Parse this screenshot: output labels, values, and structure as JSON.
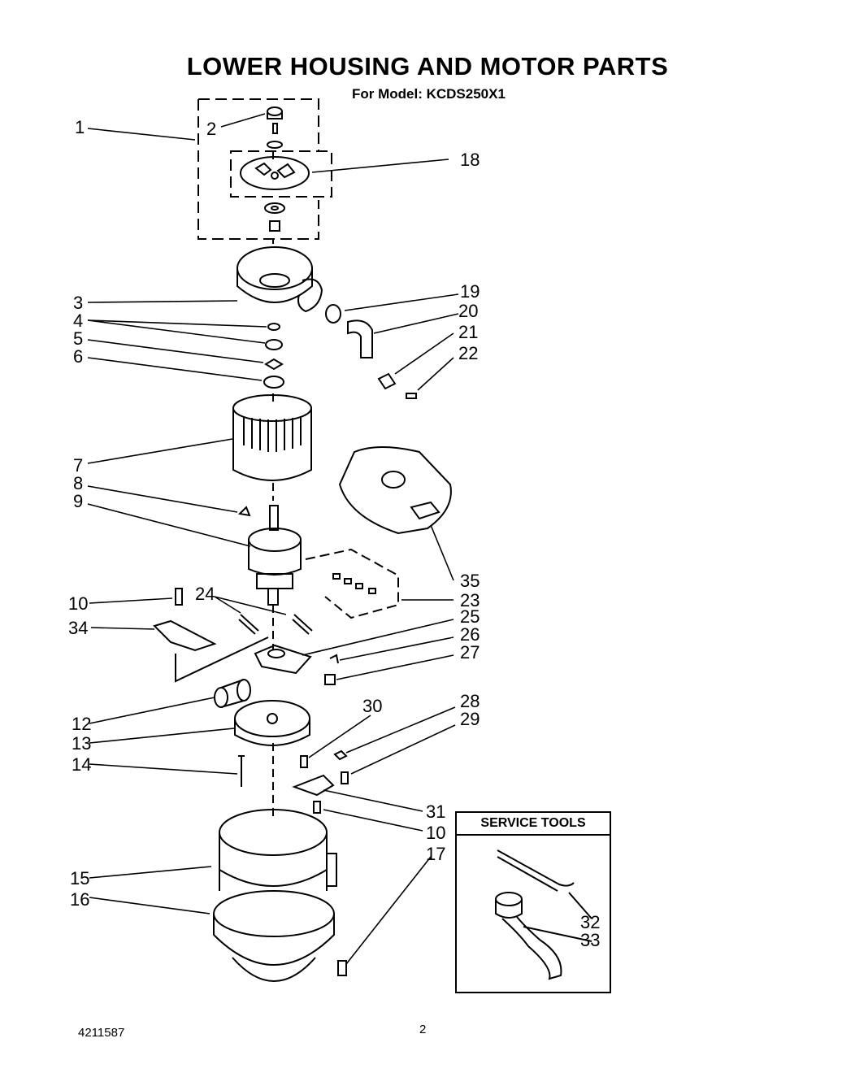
{
  "title": "LOWER HOUSING AND MOTOR PARTS",
  "subtitle": "For Model: KCDS250X1",
  "service_tools_title": "SERVICE TOOLS",
  "footer": {
    "doc_number": "4211587",
    "page": "2"
  },
  "callouts": [
    "1",
    "2",
    "3",
    "4",
    "5",
    "6",
    "7",
    "8",
    "9",
    "10",
    "34",
    "24",
    "12",
    "13",
    "14",
    "15",
    "16",
    "18",
    "19",
    "20",
    "21",
    "22",
    "35",
    "23",
    "25",
    "26",
    "27",
    "30",
    "28",
    "29",
    "31",
    "10",
    "17",
    "32",
    "33"
  ]
}
